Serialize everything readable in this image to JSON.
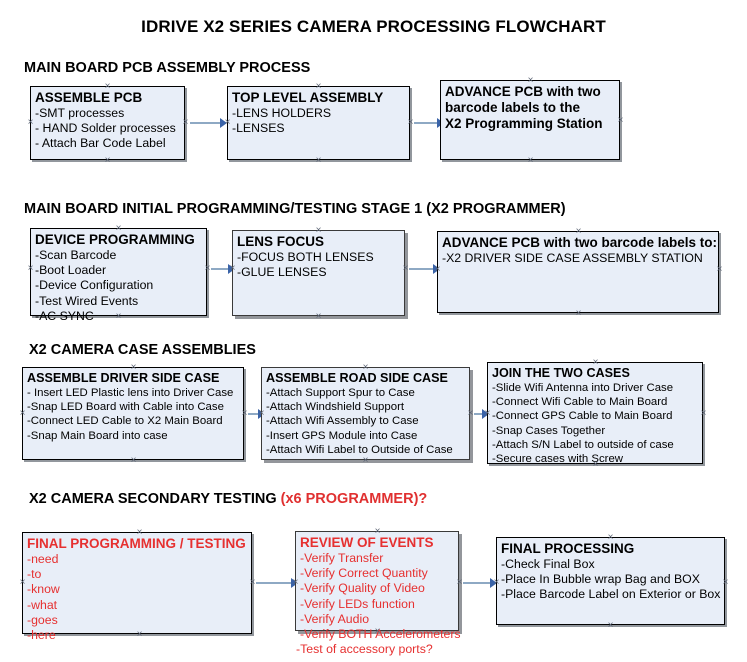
{
  "document": {
    "title": "IDRIVE X2  SERIES CAMERA PROCESSING FLOWCHART"
  },
  "sections": [
    {
      "id": "main-board-pcb-assembly",
      "heading": "MAIN BOARD PCB ASSEMBLY PROCESS",
      "heading_note": "",
      "boxes": [
        {
          "id": "assemble-pcb",
          "title": "ASSEMBLE PCB",
          "lines": [
            "-SMT processes",
            "- HAND Solder processes",
            "- Attach Bar Code Label"
          ]
        },
        {
          "id": "top-level-assembly",
          "title": "TOP LEVEL ASSEMBLY",
          "lines": [
            "-LENS HOLDERS",
            "-LENSES"
          ]
        },
        {
          "id": "advance-pcb-to-x2-programming-station",
          "title": "ADVANCE PCB with two",
          "title_cont": [
            "barcode labels to the",
            " X2 Programming Station"
          ],
          "lines": []
        }
      ]
    },
    {
      "id": "main-board-initial-programming",
      "heading": "MAIN BOARD INITIAL PROGRAMMING/TESTING STAGE 1 (X2 PROGRAMMER)",
      "heading_note": "",
      "boxes": [
        {
          "id": "device-programming",
          "title": "DEVICE PROGRAMMING",
          "lines": [
            "-Scan Barcode",
            "-Boot Loader",
            "-Device Configuration",
            "-Test Wired Events",
            "-AC SYNC"
          ]
        },
        {
          "id": "lens-focus",
          "title": "LENS FOCUS",
          "lines": [
            "-FOCUS BOTH LENSES",
            "-GLUE LENSES"
          ]
        },
        {
          "id": "advance-pcb-to-driver-side-case-station",
          "title": "ADVANCE PCB with two barcode labels to:",
          "lines": [
            "-X2 DRIVER  SIDE  CASE  ASSEMBLY STATION"
          ]
        }
      ]
    },
    {
      "id": "x2-camera-case-assemblies",
      "heading": "X2 CAMERA CASE ASSEMBLIES",
      "heading_note": "",
      "boxes": [
        {
          "id": "assemble-driver-side-case",
          "title": "ASSEMBLE DRIVER SIDE CASE",
          "lines": [
            "- Insert LED Plastic lens into Driver Case",
            "-Snap LED Board with Cable into Case",
            "-Connect LED Cable to X2 Main Board",
            "-Snap Main Board into case"
          ]
        },
        {
          "id": "assemble-road-side-case",
          "title": "ASSEMBLE ROAD SIDE CASE",
          "lines": [
            "-Attach Support Spur to Case",
            "-Attach Windshield Support",
            "-Attach Wifi Assembly to Case",
            "-Insert GPS Module into Case",
            "-Attach Wifi Label to Outside of Case"
          ]
        },
        {
          "id": "join-the-two-cases",
          "title": "JOIN THE TWO CASES",
          "lines": [
            "-Slide Wifi Antenna into Driver Case",
            "-Connect Wifi Cable to Main Board",
            "-Connect GPS Cable to Main Board",
            "-Snap Cases Together",
            "-Attach S/N Label to outside of case",
            "-Secure cases with Screw"
          ]
        }
      ]
    },
    {
      "id": "x2-camera-secondary-testing",
      "heading": "X2 CAMERA SECONDARY TESTING ",
      "heading_note": "(x6 PROGRAMMER)?",
      "boxes": [
        {
          "id": "final-programming-testing",
          "title": "FINAL PROGRAMMING / TESTING",
          "lines": [
            "-need",
            "-to",
            "-know",
            "-what",
            "-goes",
            "-here"
          ]
        },
        {
          "id": "review-of-events",
          "title": "REVIEW OF EVENTS",
          "lines": [
            "-Verify Transfer",
            "-Verify Correct Quantity",
            "-Verify Quality of Video",
            "-Verify LEDs function",
            "-Verify Audio",
            "-Verify BOTH Accelerometers",
            "-Test of accessory ports?"
          ]
        },
        {
          "id": "final-processing",
          "title": "FINAL PROCESSING",
          "lines": [
            " -Check Final Box",
            "-Place In Bubble wrap Bag and BOX",
            "-Place Barcode Label on Exterior or Box"
          ]
        }
      ]
    }
  ],
  "colors": {
    "box_fill": "#e8eef8",
    "box_border": "#000000",
    "connector": "#8ea9c4",
    "arrowhead": "#3a63a8",
    "red_text": "#e63030",
    "text": "#000000"
  }
}
